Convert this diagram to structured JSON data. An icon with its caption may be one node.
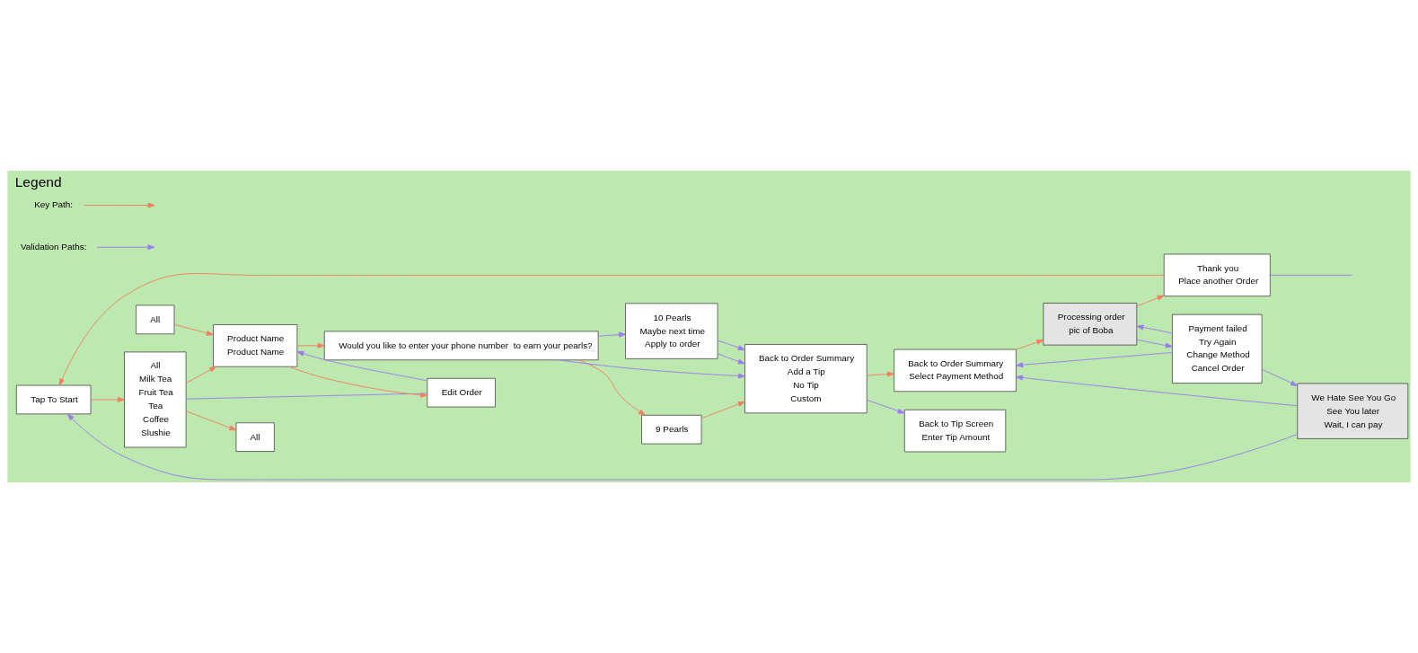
{
  "diagram": {
    "title": "Legend",
    "nodes": [
      {
        "text": [
          "Tap To Start"
        ]
      },
      {
        "text": [
          "All",
          "Milk Tea",
          "Fruit Tea",
          "Tea",
          "Coffee",
          "Slushie"
        ]
      },
      {
        "text": [
          "All"
        ]
      },
      {
        "text": [
          "All"
        ]
      },
      {
        "text": [
          "Product Name",
          "Product Name"
        ]
      },
      {
        "text": [
          "Would you like to enter your phone number  to earn your pearls?"
        ]
      },
      {
        "text": [
          "9 Pearls"
        ]
      },
      {
        "text": [
          "Edit Order"
        ]
      },
      {
        "text": [
          "Back to Order Summary",
          "Add a Tip",
          "No Tip",
          "Custom"
        ]
      },
      {
        "text": [
          "Back to Tip Screen",
          "Enter Tip Amount"
        ]
      },
      {
        "text": [
          "Back to Order Summary",
          "Select Payment Method"
        ]
      },
      {
        "text": [
          "Processing order",
          "pic of Boba"
        ]
      },
      {
        "text": [
          "10 Pearls",
          "Maybe next time",
          "Apply to order"
        ]
      },
      {
        "text": [
          "We Hate See You Go",
          "See You later",
          "Wait, I can pay"
        ]
      },
      {
        "text": [
          "Payment failed",
          "Try Again",
          "Change Method",
          "Cancel Order"
        ]
      },
      {
        "text": [
          "Thank you",
          "Place another Order"
        ]
      }
    ],
    "edges": [
      {
        "from": 0,
        "to": 1,
        "arrow": "to",
        "color": "#f08060"
      },
      {
        "from": 1,
        "to": 2,
        "arrow": "to",
        "color": "#f08060"
      },
      {
        "from": 1,
        "to": 4,
        "arrow": "to",
        "color": "#f08060"
      },
      {
        "from": 3,
        "to": 4,
        "arrow": "to",
        "color": "#f08060"
      },
      {
        "from": 4,
        "to": 5,
        "arrow": "to",
        "color": "#f08060"
      },
      {
        "from": 4,
        "to": 7,
        "arrow": "to",
        "color": "#f08060"
      },
      {
        "from": 5,
        "to": 6,
        "arrow": "to",
        "color": "#f08060"
      },
      {
        "from": 6,
        "to": 8,
        "arrow": "to",
        "color": "#f08060"
      },
      {
        "from": 8,
        "to": 10,
        "arrow": "to",
        "color": "#f08060"
      },
      {
        "from": 10,
        "to": 11,
        "arrow": "to",
        "color": "#f08060"
      },
      {
        "from": 11,
        "to": 15,
        "arrow": "to",
        "color": "#f08060"
      },
      {
        "from": 15,
        "to": 0,
        "arrow": "to",
        "color": "#f08060"
      },
      {
        "from": 1,
        "to": 7,
        "arrow": "none"
      },
      {
        "from": 7,
        "to": 4,
        "arrow": "to"
      },
      {
        "from": 5,
        "to": 8,
        "arrow": "to"
      },
      {
        "from": 5,
        "to": 12,
        "arrow": "to"
      },
      {
        "from": 8,
        "to": 9,
        "arrow": "to"
      },
      {
        "from": 12,
        "to": 8,
        "arrow": "to"
      },
      {
        "from": 12,
        "to": 8,
        "arrow": "to"
      },
      {
        "from": 11,
        "to": 14,
        "arrow": "to"
      },
      {
        "from": 14,
        "to": 11,
        "arrow": "to"
      },
      {
        "from": 14,
        "to": 10,
        "arrow": "to"
      },
      {
        "from": 14,
        "to": 13,
        "arrow": "to"
      },
      {
        "from": 13,
        "to": 10,
        "arrow": "to"
      },
      {
        "from": 13,
        "to": 0,
        "arrow": "to"
      },
      {
        "from": 15,
        "to": null,
        "arrow": "none"
      }
    ],
    "legend": [
      {
        "text": "Key Path:"
      },
      {
        "text": "Validation Paths:"
      }
    ]
  }
}
